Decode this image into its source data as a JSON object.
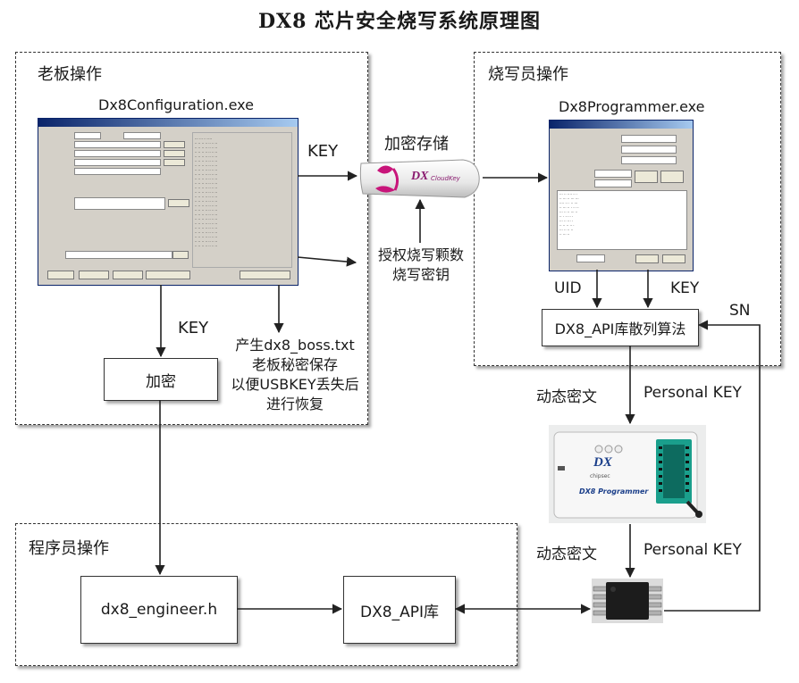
{
  "title": "DX8 芯片安全烧写系统原理图",
  "panels": {
    "boss": "老板操作",
    "writer": "烧写员操作",
    "programmer": "程序员操作"
  },
  "screenshots": {
    "config_caption": "Dx8Configuration.exe",
    "programmer_caption": "Dx8Programmer.exe"
  },
  "usb": {
    "caption": "加密存储",
    "brand": "DX",
    "brand_sub": "CloudKey"
  },
  "auth_label": "授权烧写颗数\n烧写密钥",
  "boss_note": "产生dx8_boss.txt\n老板秘密保存\n以便USBKEY丢失后\n进行恢复",
  "boxes": {
    "encrypt": "加密",
    "hash": "DX8_API库散列算法",
    "engineer": "dx8_engineer.h",
    "api": "DX8_API库"
  },
  "labels": {
    "key_top": "KEY",
    "key_boss": "KEY",
    "uid": "UID",
    "key_right": "KEY",
    "sn": "SN",
    "dyn1": "动态密文",
    "pkey1": "Personal KEY",
    "dyn2": "动态密文",
    "pkey2": "Personal KEY"
  },
  "device": {
    "logo": "DX",
    "logo_sub": "chipsec",
    "name": "DX8 Programmer"
  }
}
